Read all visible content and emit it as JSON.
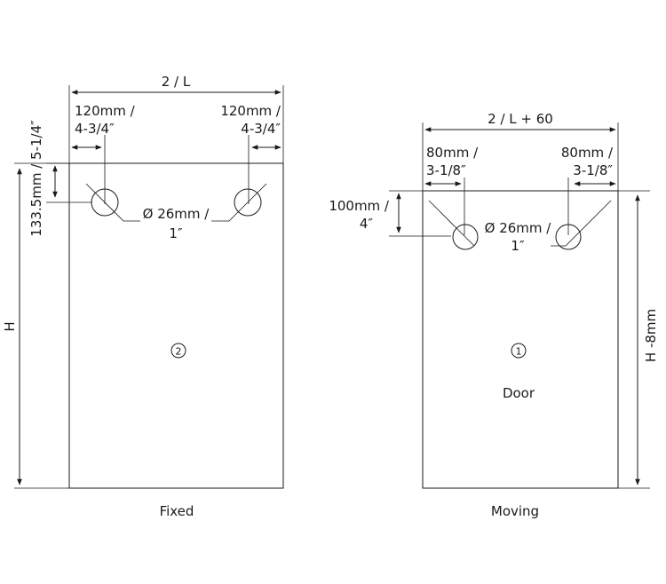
{
  "fixed": {
    "width_label": "2 / L",
    "left_offset_label_1": "120mm /",
    "left_offset_label_2": "4-3/4″",
    "right_offset_label_1": "120mm /",
    "right_offset_label_2": "4-3/4″",
    "vertical_offset_label": "133.5mm / 5-1/4″",
    "height_label": "H",
    "hole_label_1": "Ø 26mm /",
    "hole_label_2": "1″",
    "panel_number": "2",
    "caption": "Fixed"
  },
  "moving": {
    "width_label": "2 / L + 60",
    "left_offset_label_1": "80mm /",
    "left_offset_label_2": "3-1/8″",
    "right_offset_label_1": "80mm /",
    "right_offset_label_2": "3-1/8″",
    "vertical_offset_label_1": "100mm /",
    "vertical_offset_label_2": "4″",
    "height_label": "H -8mm",
    "hole_label_1": "Ø 26mm /",
    "hole_label_2": "1″",
    "panel_number": "1",
    "panel_name": "Door",
    "caption": "Moving"
  }
}
